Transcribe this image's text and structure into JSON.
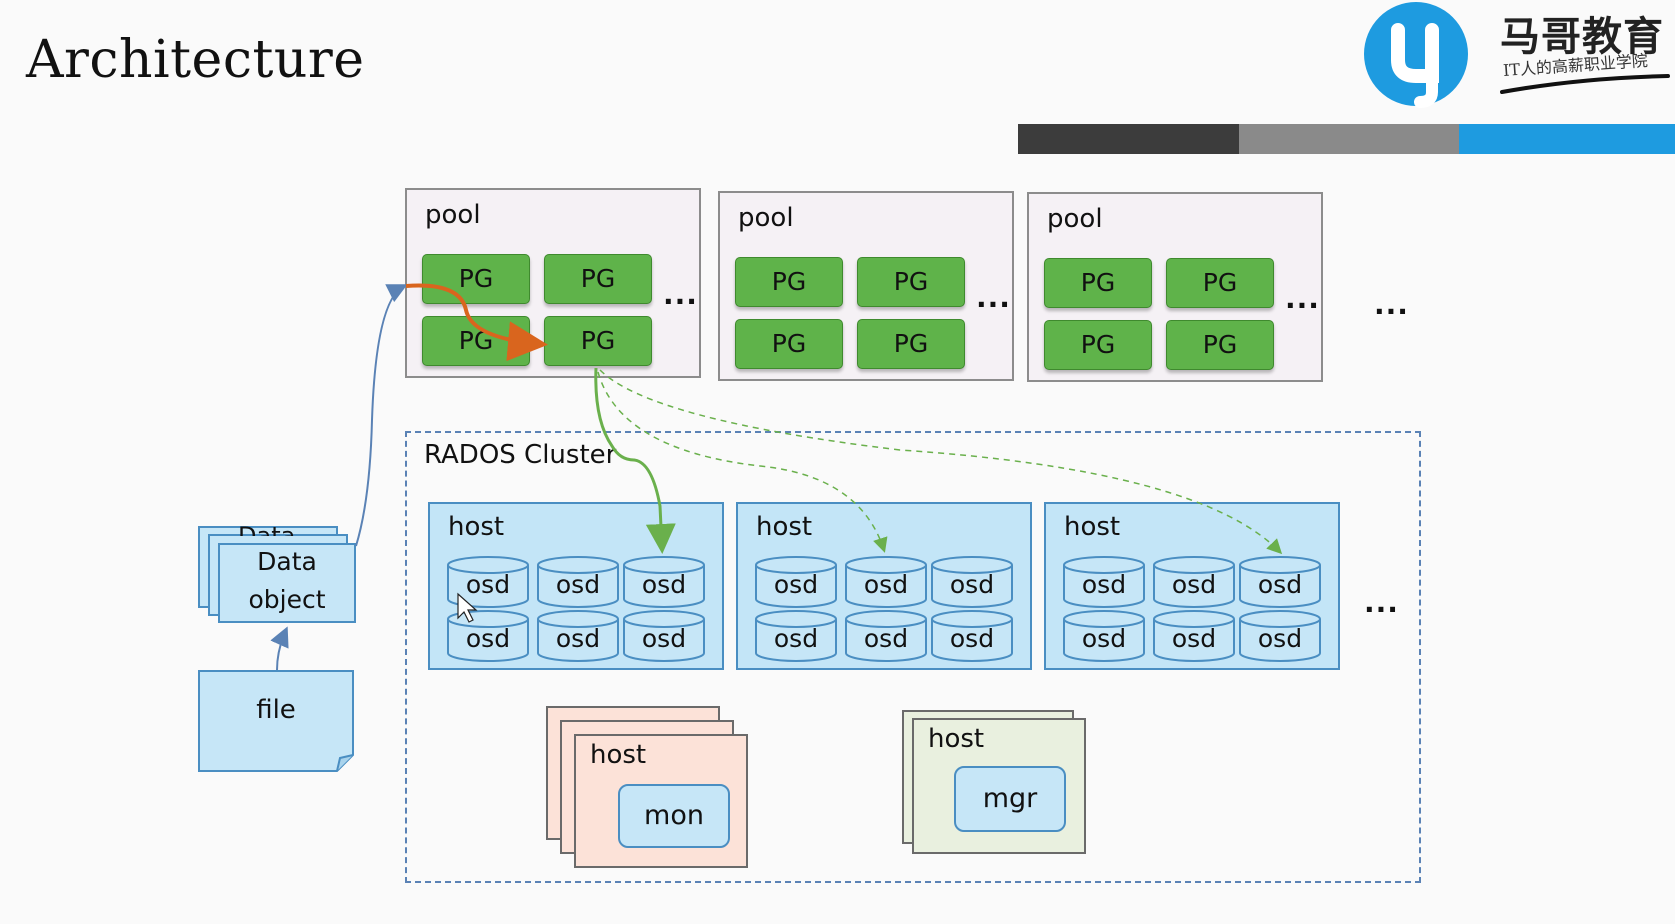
{
  "slide": {
    "title": "Architecture",
    "brand": {
      "name": "马哥教育",
      "slogan": "IT人的高薪职业学院",
      "bar_colors": [
        "#3c3c3c",
        "#8a8a8a",
        "#1e9be0"
      ]
    }
  },
  "pools": [
    {
      "label": "pool",
      "pgs": [
        "PG",
        "PG",
        "PG",
        "PG"
      ],
      "more": "..."
    },
    {
      "label": "pool",
      "pgs": [
        "PG",
        "PG",
        "PG",
        "PG"
      ],
      "more": "..."
    },
    {
      "label": "pool",
      "pgs": [
        "PG",
        "PG",
        "PG",
        "PG"
      ],
      "more": "..."
    }
  ],
  "pools_more": "...",
  "cluster": {
    "label": "RADOS Cluster",
    "hosts": [
      {
        "label": "host",
        "osds": [
          "osd",
          "osd",
          "osd",
          "osd",
          "osd",
          "osd"
        ]
      },
      {
        "label": "host",
        "osds": [
          "osd",
          "osd",
          "osd",
          "osd",
          "osd",
          "osd"
        ]
      },
      {
        "label": "host",
        "osds": [
          "osd",
          "osd",
          "osd",
          "osd",
          "osd",
          "osd"
        ]
      }
    ],
    "hosts_more": "...",
    "mon_host": {
      "label": "host",
      "service": "mon"
    },
    "mgr_host": {
      "label": "host",
      "service": "mgr"
    }
  },
  "client": {
    "data_object": {
      "line1": "Data",
      "line2": "object",
      "stacked_label": "Data"
    },
    "file": "file"
  },
  "colors": {
    "pg_green": "#5fb34a",
    "host_blue": "#c3e5f7",
    "mon_pink": "#fce2d8",
    "mgr_green": "#e9f0df",
    "primary_arrow": "#6ab04c",
    "hash_arrow": "#d9651e",
    "link_blue": "#5a82b5"
  }
}
